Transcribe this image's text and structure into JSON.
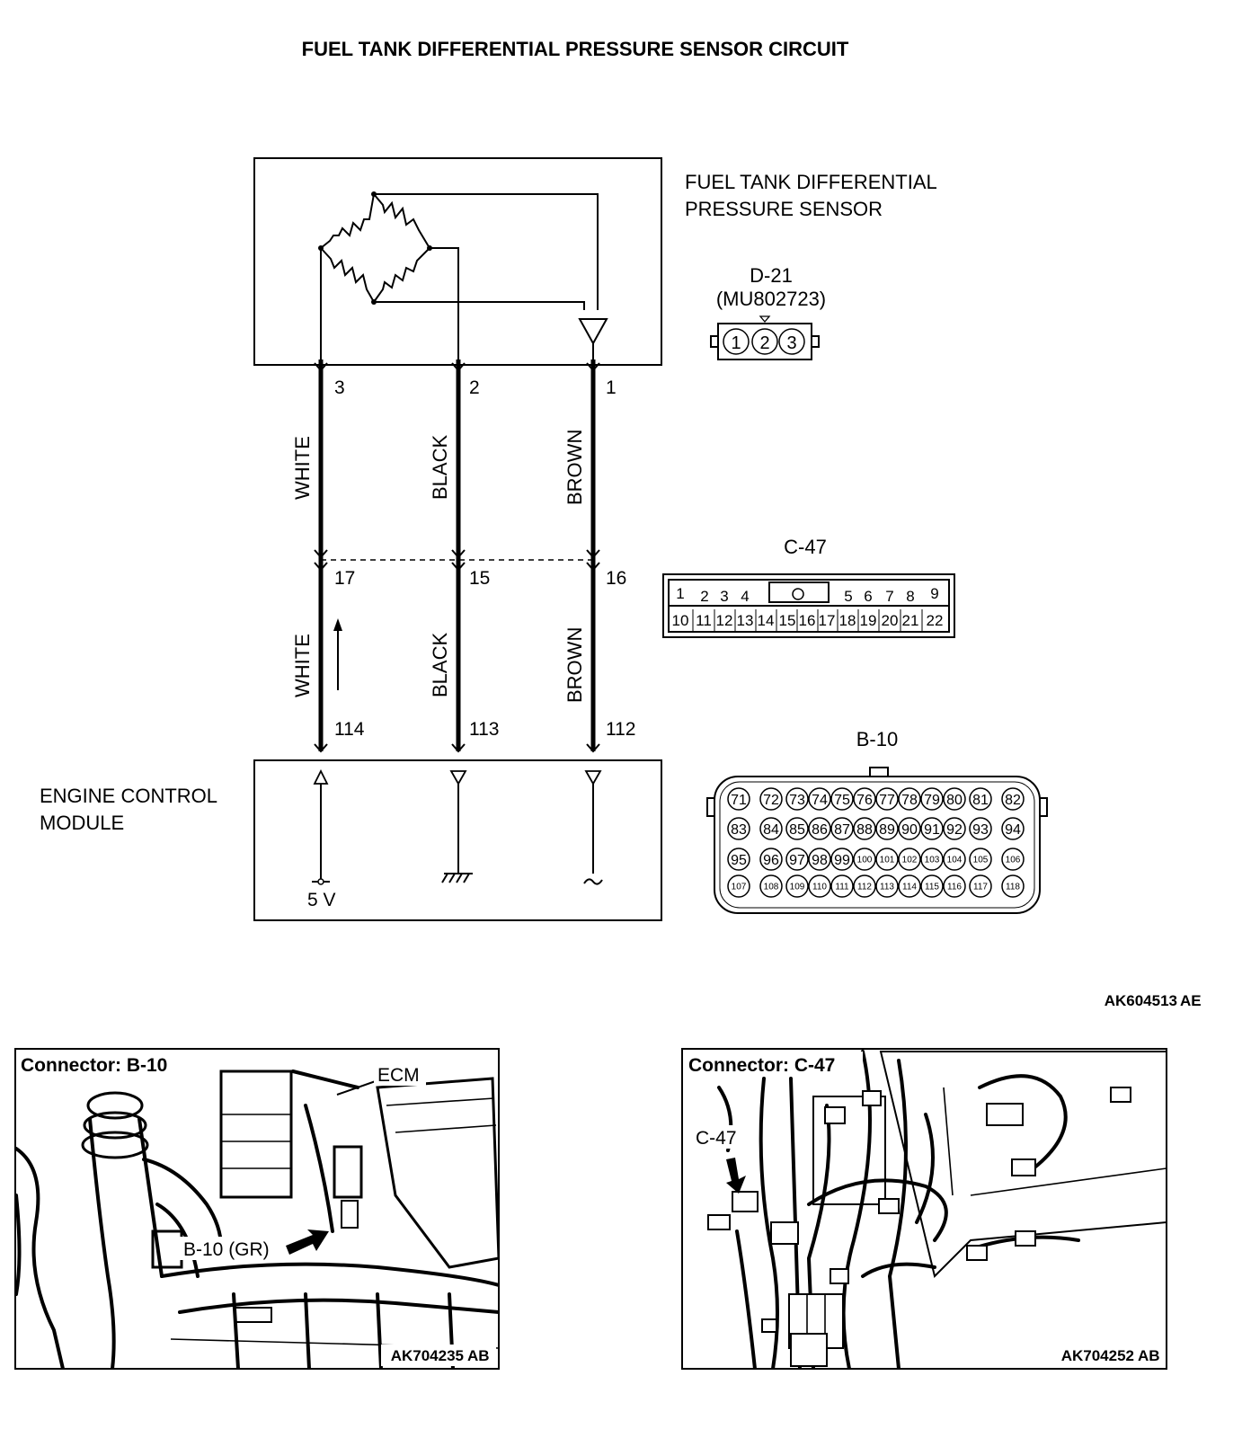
{
  "title": "FUEL TANK DIFFERENTIAL PRESSURE SENSOR CIRCUIT",
  "sensor": {
    "label_line1": "FUEL TANK DIFFERENTIAL",
    "label_line2": "PRESSURE SENSOR",
    "connector_id": "D-21",
    "connector_part": "(MU802723)",
    "connector_pins": [
      "1",
      "2",
      "3"
    ]
  },
  "ecm": {
    "label_line1": "ENGINE CONTROL",
    "label_line2": "MODULE",
    "supply": "5 V"
  },
  "wires": [
    {
      "color": "WHITE",
      "sensor_pin": "3",
      "c47_pin": "17",
      "ecm_pin": "114"
    },
    {
      "color": "BLACK",
      "sensor_pin": "2",
      "c47_pin": "15",
      "ecm_pin": "113"
    },
    {
      "color": "BROWN",
      "sensor_pin": "1",
      "c47_pin": "16",
      "ecm_pin": "112"
    }
  ],
  "c47": {
    "id": "C-47",
    "top_row": [
      "1",
      "2",
      "3",
      "4",
      "5",
      "6",
      "7",
      "8",
      "9"
    ],
    "bottom_row": [
      "10",
      "11",
      "12",
      "13",
      "14",
      "15",
      "16",
      "17",
      "18",
      "19",
      "20",
      "21",
      "22"
    ]
  },
  "b10": {
    "id": "B-10",
    "rows": [
      [
        "71",
        "72",
        "73",
        "74",
        "75",
        "76",
        "77",
        "78",
        "79",
        "80",
        "81",
        "82"
      ],
      [
        "83",
        "84",
        "85",
        "86",
        "87",
        "88",
        "89",
        "90",
        "91",
        "92",
        "93",
        "94"
      ],
      [
        "95",
        "96",
        "97",
        "98",
        "99",
        "100",
        "101",
        "102",
        "103",
        "104",
        "105",
        "106"
      ],
      [
        "107",
        "108",
        "109",
        "110",
        "111",
        "112",
        "113",
        "114",
        "115",
        "116",
        "117",
        "118"
      ]
    ]
  },
  "figure_code": "AK604513",
  "figure_suffix": "AE",
  "photo_left": {
    "caption": "Connector: B-10",
    "label_ecm": "ECM",
    "label_connector": "B-10 (GR)",
    "code": "AK704235",
    "suffix": "AB"
  },
  "photo_right": {
    "caption": "Connector: C-47",
    "label_connector": "C-47",
    "code": "AK704252",
    "suffix": "AB"
  }
}
